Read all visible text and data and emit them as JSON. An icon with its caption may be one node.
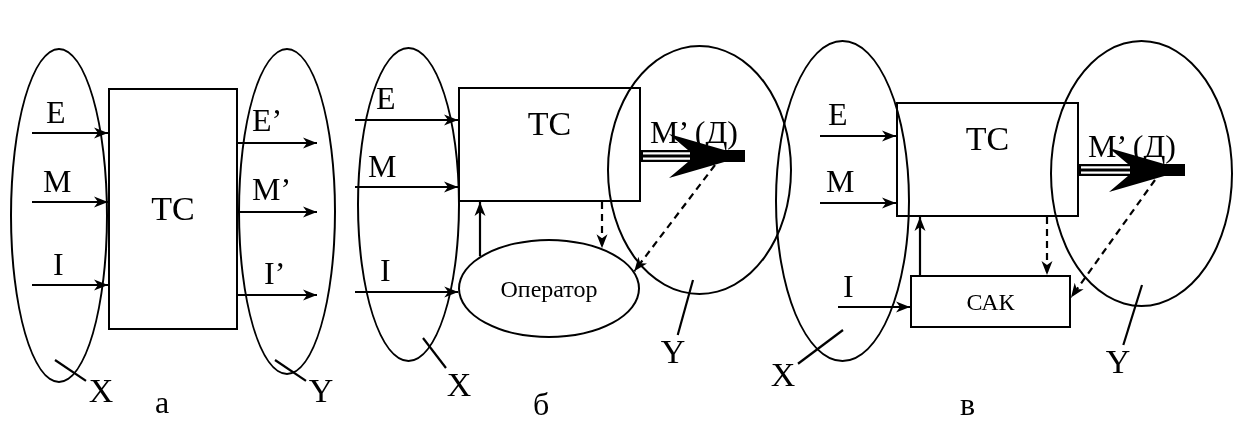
{
  "diagram": {
    "nodes": [
      {
        "text": [],
        "shape": "ellipse"
      },
      {
        "text": [
          "ТС"
        ]
      },
      {
        "text": [],
        "shape": "ellipse"
      },
      {
        "text": [
          "X"
        ]
      },
      {
        "text": [
          "Y"
        ]
      },
      {
        "text": [],
        "shape": "ellipse"
      },
      {
        "text": [
          "ТС"
        ]
      },
      {
        "text": [],
        "shape": "ellipse"
      },
      {
        "text": [
          "Оператор"
        ]
      },
      {
        "text": [
          "X"
        ]
      },
      {
        "text": [
          "Y"
        ]
      },
      {
        "text": [],
        "shape": "ellipse"
      },
      {
        "text": [
          "ТС"
        ]
      },
      {
        "text": [],
        "shape": "ellipse"
      },
      {
        "text": [
          "САК"
        ]
      },
      {
        "text": [
          "X"
        ]
      },
      {
        "text": [
          "Y"
        ]
      }
    ],
    "edges": [
      {
        "from": 0,
        "to": 1,
        "arrow": "to",
        "label": "E"
      },
      {
        "from": 0,
        "to": 1,
        "arrow": "to",
        "label": "M"
      },
      {
        "from": 0,
        "to": 1,
        "arrow": "to",
        "label": "I"
      },
      {
        "from": 1,
        "to": 2,
        "arrow": "to",
        "label": "E’"
      },
      {
        "from": 1,
        "to": 2,
        "arrow": "to",
        "label": "M’"
      },
      {
        "from": 1,
        "to": 2,
        "arrow": "to",
        "label": "I’"
      },
      {
        "from": 3,
        "to": 0,
        "arrow": "none"
      },
      {
        "from": 4,
        "to": 2,
        "arrow": "none"
      },
      {
        "from": 5,
        "to": 6,
        "arrow": "to",
        "label": "E"
      },
      {
        "from": 5,
        "to": 6,
        "arrow": "to",
        "label": "M"
      },
      {
        "from": 5,
        "to": 8,
        "arrow": "to",
        "label": "I"
      },
      {
        "from": 8,
        "to": 6,
        "arrow": "to"
      },
      {
        "from": 6,
        "to": 7,
        "arrow": "to",
        "label": "M’ (Д)",
        "style": "thick"
      },
      {
        "from": 6,
        "to": 8,
        "arrow": "to",
        "style": "dashed"
      },
      {
        "from": 7,
        "to": 8,
        "arrow": "to",
        "style": "dashed"
      },
      {
        "from": 9,
        "to": 5,
        "arrow": "none"
      },
      {
        "from": 10,
        "to": 7,
        "arrow": "none"
      },
      {
        "from": 11,
        "to": 12,
        "arrow": "to",
        "label": "E"
      },
      {
        "from": 11,
        "to": 12,
        "arrow": "to",
        "label": "M"
      },
      {
        "from": 11,
        "to": 14,
        "arrow": "to",
        "label": "I"
      },
      {
        "from": 14,
        "to": 12,
        "arrow": "to"
      },
      {
        "from": 12,
        "to": 13,
        "arrow": "to",
        "label": "M’ (Д)",
        "style": "thick"
      },
      {
        "from": 12,
        "to": 14,
        "arrow": "to",
        "style": "dashed"
      },
      {
        "from": 13,
        "to": 14,
        "arrow": "to",
        "style": "dashed"
      },
      {
        "from": 15,
        "to": 11,
        "arrow": "none"
      },
      {
        "from": 16,
        "to": 13,
        "arrow": "none"
      }
    ],
    "labels": [
      "а",
      "б",
      "в"
    ]
  }
}
